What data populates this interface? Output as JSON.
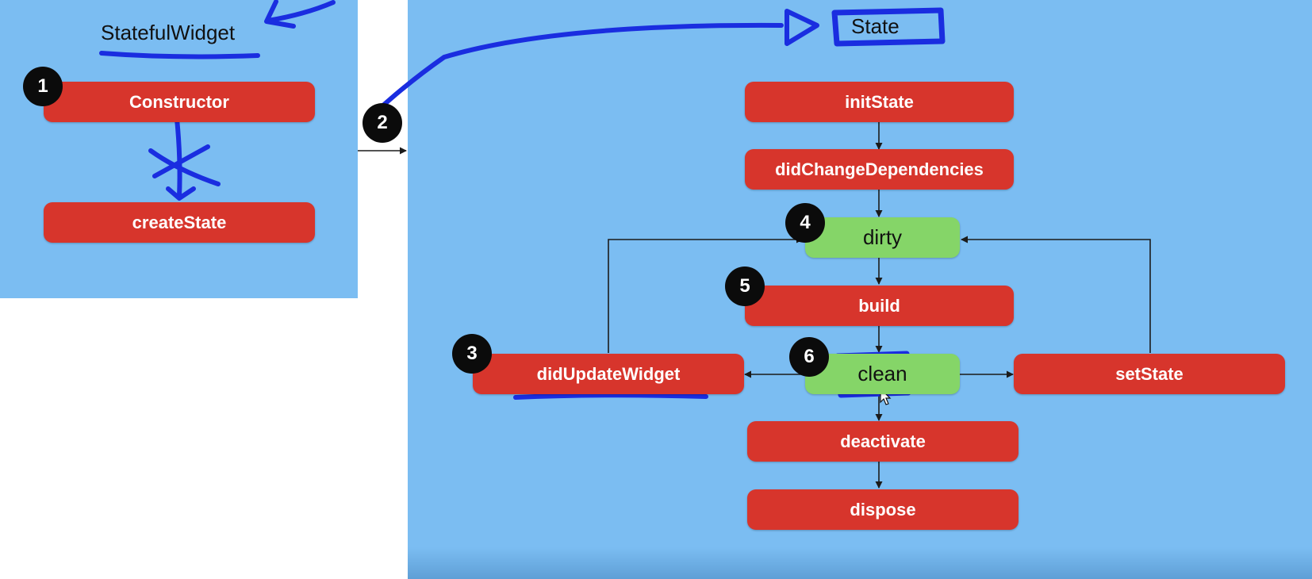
{
  "colors": {
    "panel": "#7bbdf2",
    "node_red": "#d7352c",
    "node_green": "#85d568",
    "badge": "#0b0b0b",
    "arrow": "#1b1b1b",
    "annotation": "#1a2de0"
  },
  "widget_title": "StatefulWidget",
  "state_title": "State",
  "nodes": {
    "constructor": "Constructor",
    "create_state": "createState",
    "init_state": "initState",
    "did_change_dependencies": "didChangeDependencies",
    "dirty": "dirty",
    "build": "build",
    "did_update_widget": "didUpdateWidget",
    "clean": "clean",
    "set_state": "setState",
    "deactivate": "deactivate",
    "dispose": "dispose"
  },
  "badges": {
    "b1": "1",
    "b2": "2",
    "b3": "3",
    "b4": "4",
    "b5": "5",
    "b6": "6"
  }
}
